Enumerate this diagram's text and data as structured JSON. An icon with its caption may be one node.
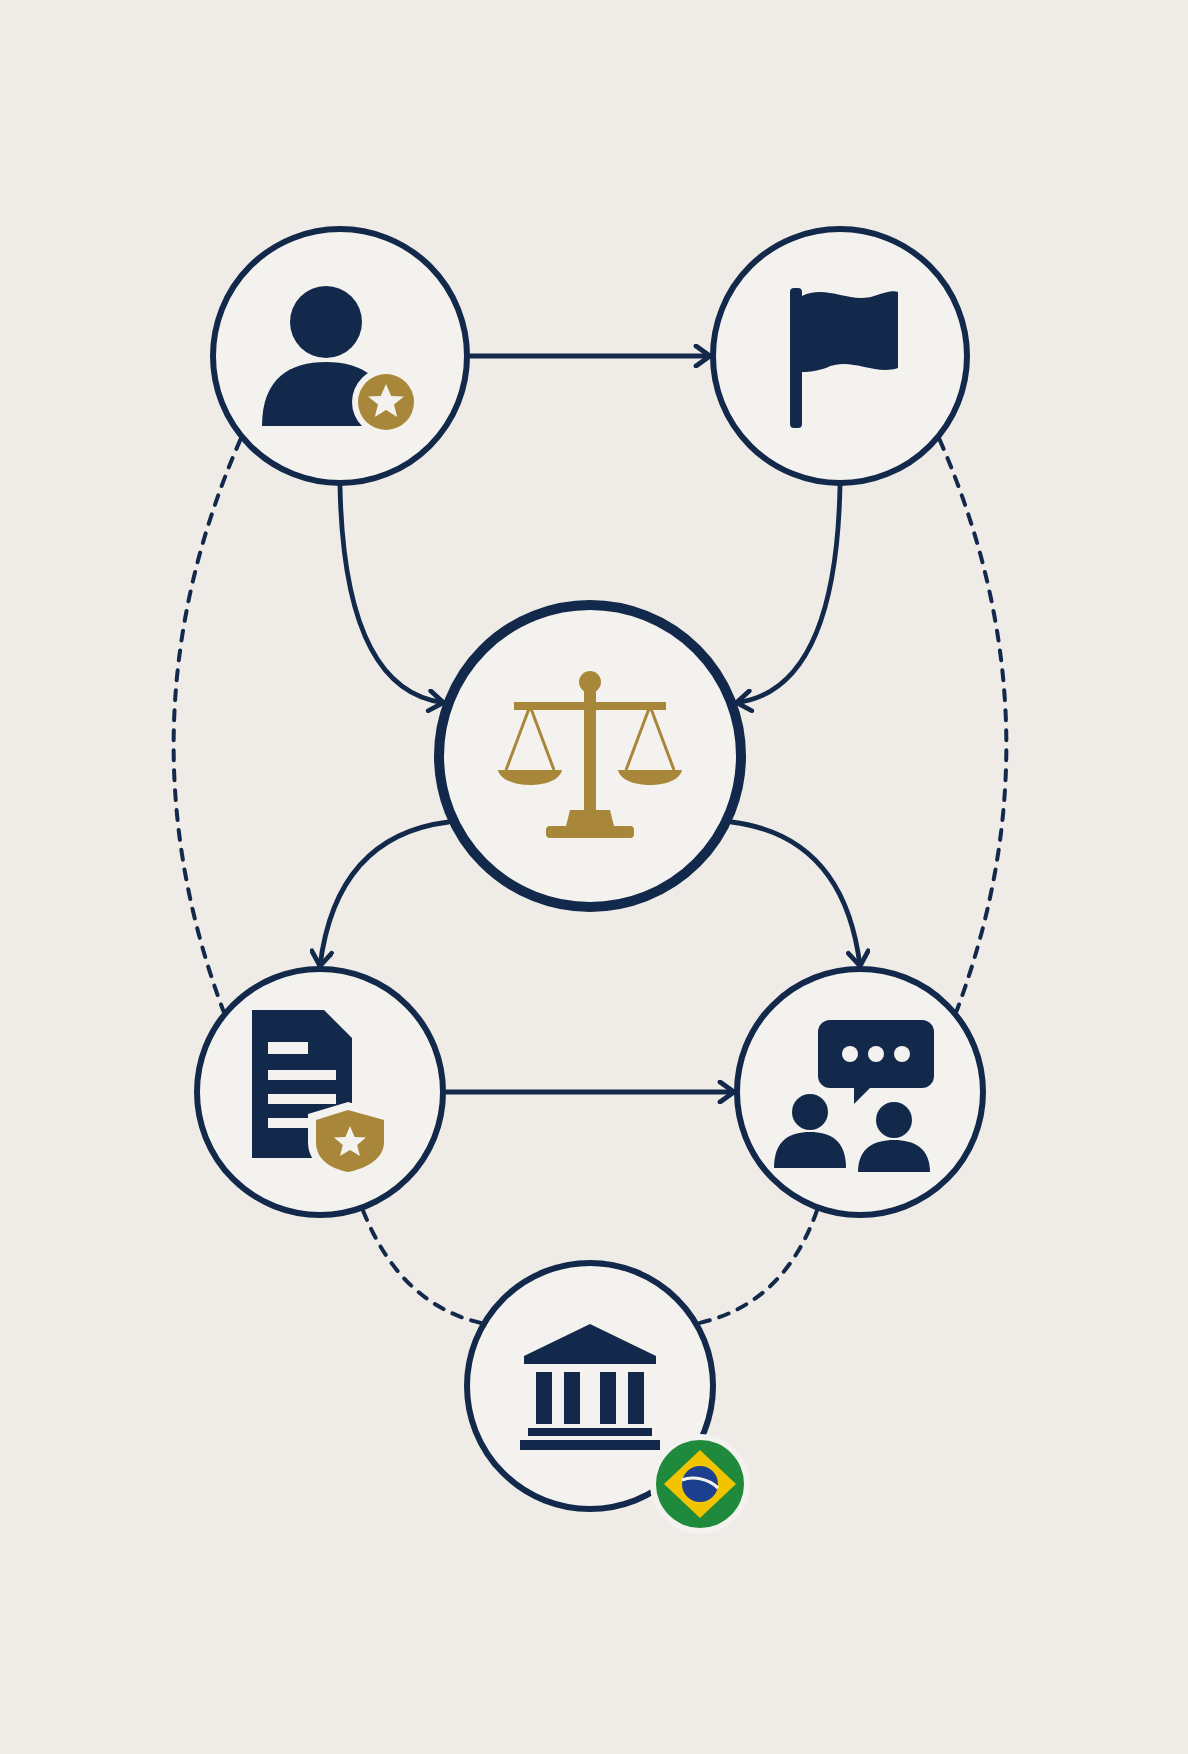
{
  "diagram": {
    "nodes": [
      {
        "text": [],
        "shape": "circle"
      },
      {
        "text": [],
        "shape": "circle"
      },
      {
        "text": [],
        "shape": "circle"
      },
      {
        "text": [],
        "shape": "circle"
      },
      {
        "text": [],
        "shape": "circle"
      },
      {
        "text": [],
        "shape": "circle"
      }
    ],
    "edges": [
      {
        "from": 0,
        "to": 1,
        "arrow": "to"
      },
      {
        "from": 0,
        "to": 2,
        "arrow": "to"
      },
      {
        "from": 1,
        "to": 2,
        "arrow": "to"
      },
      {
        "from": 2,
        "to": 3,
        "arrow": "to"
      },
      {
        "from": 2,
        "to": 4,
        "arrow": "to"
      },
      {
        "from": 3,
        "to": 4,
        "arrow": "to"
      },
      {
        "from": 0,
        "to": 3,
        "arrow": "none",
        "style": "dashed"
      },
      {
        "from": 1,
        "to": 4,
        "arrow": "none",
        "style": "dashed"
      },
      {
        "from": 3,
        "to": 5,
        "arrow": "none",
        "style": "dashed"
      },
      {
        "from": 4,
        "to": 5,
        "arrow": "none",
        "style": "dashed"
      }
    ]
  }
}
